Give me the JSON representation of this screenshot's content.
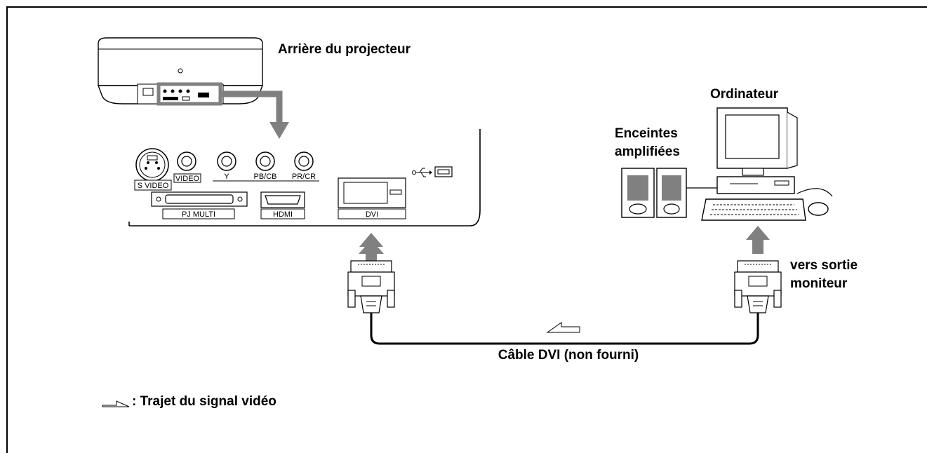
{
  "labels": {
    "projector_rear": "Arrière du projecteur",
    "computer": "Ordinateur",
    "speakers_line1": "Enceintes",
    "speakers_line2": "amplifiées",
    "monitor_out_line1": "vers sortie",
    "monitor_out_line2": "moniteur",
    "cable": "Câble DVI (non fourni)",
    "legend": ": Trajet du signal vidéo"
  },
  "ports": {
    "s_video": "S VIDEO",
    "video": "VIDEO",
    "y": "Y",
    "pb_cb": "PB/CB",
    "pr_cr": "PR/CR",
    "pj_multi": "PJ MULTI",
    "hdmi": "HDMI",
    "dvi": "DVI"
  },
  "colors": {
    "line": "#000000",
    "arrow_gray": "#808080",
    "background": "#ffffff"
  }
}
